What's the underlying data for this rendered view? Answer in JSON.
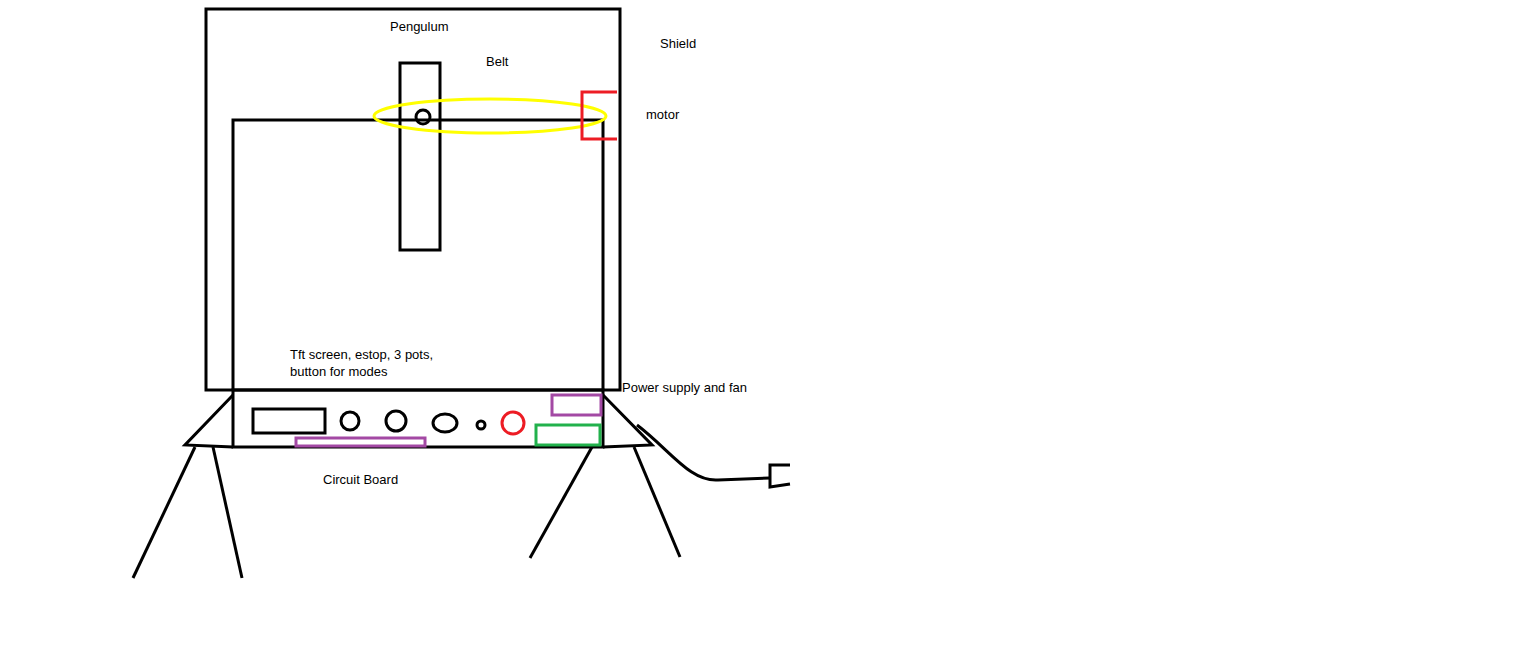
{
  "diagram": {
    "labels": [
      "Pengulum",
      "Belt",
      "Shield",
      "motor",
      "Tft screen, estop, 3 pots, button for modes",
      "Power supply and fan",
      "Circuit Board"
    ]
  }
}
